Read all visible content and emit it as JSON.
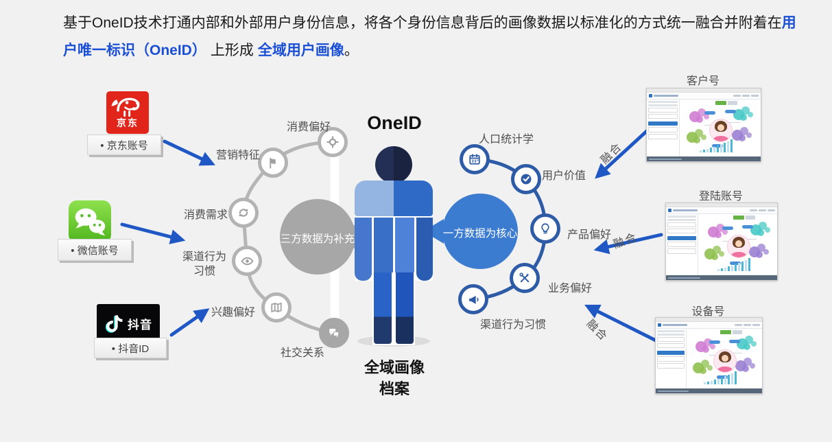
{
  "header": {
    "line1_text": "基于OneID技术打通内部和外部用户身份信息，将各个身份信息背后的画像数据以标准化的方式统一融合并附着在",
    "line1_blue": "用",
    "line2_blue": "户唯一标识（OneID）",
    "line2_mid": "上形成",
    "line2_blue2": "全域用户画像",
    "line2_end": "。"
  },
  "sources": [
    {
      "name": "jd",
      "logo_text": "京东",
      "label": "• 京东账号"
    },
    {
      "name": "wechat",
      "label": "• 微信账号"
    },
    {
      "name": "douyin",
      "logo_text": "抖音",
      "label": "• 抖音ID"
    }
  ],
  "left_arc": {
    "items": [
      {
        "label": "消费偏好",
        "icon": "gear-icon"
      },
      {
        "label": "营销特征",
        "icon": "flag-icon"
      },
      {
        "label": "消费需求",
        "icon": "refresh-icon"
      },
      {
        "label": "渠道行为习惯",
        "icon": "eye-icon"
      },
      {
        "label": "兴趣偏好",
        "icon": "map-icon"
      },
      {
        "label": "社交关系",
        "icon": "chat-icon"
      }
    ]
  },
  "right_arc": {
    "items": [
      {
        "label": "人口统计学",
        "icon": "calendar-icon"
      },
      {
        "label": "用户价值",
        "icon": "check-icon"
      },
      {
        "label": "产品偏好",
        "icon": "bulb-icon"
      },
      {
        "label": "业务偏好",
        "icon": "tools-icon"
      },
      {
        "label": "渠道行为习惯",
        "icon": "megaphone-icon"
      }
    ]
  },
  "center": {
    "title": "OneID",
    "left_bubble": "三方数据为补充",
    "right_bubble": "一方数据为核心",
    "archive_line1": "全域画像",
    "archive_line2": "档案"
  },
  "panels": [
    {
      "title": "客户号",
      "fuse": "融合"
    },
    {
      "title": "登陆账号",
      "fuse": "融合"
    },
    {
      "title": "设备号",
      "fuse": "融合"
    }
  ],
  "colors": {
    "accent_blue": "#1b50d6",
    "arrow_blue": "#1f57c4",
    "arc_gray": "#b5b5b5",
    "arc_blue": "#2d5ba6",
    "bubble_gray": "#a7a7a7",
    "bubble_blue": "#3c7cd0",
    "jd_red": "#e1251b",
    "wechat_green": "#4fb51d",
    "douyin_black": "#070608"
  }
}
